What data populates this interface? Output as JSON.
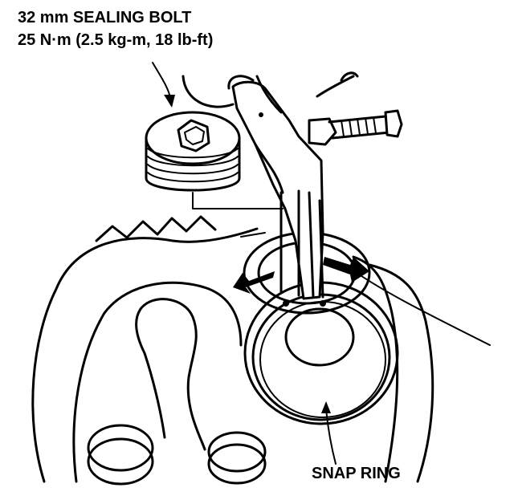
{
  "callouts": {
    "sealing_bolt": {
      "line1": "32 mm SEALING BOLT",
      "line2": "25 N·m (2.5 kg-m, 18 lb-ft)"
    },
    "snap_ring": "SNAP RING"
  },
  "colors": {
    "ink": "#000000",
    "paper": "#ffffff"
  }
}
